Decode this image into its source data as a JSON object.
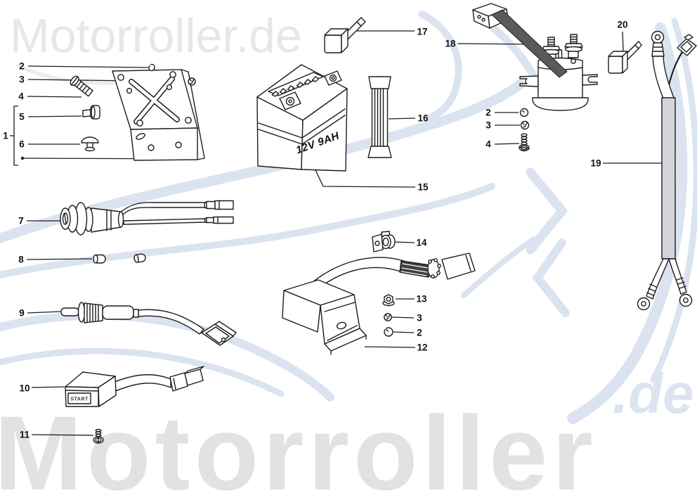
{
  "colors": {
    "watermark_gray": "#e2e2e2",
    "watermark_blue": "#dce4f1",
    "line_art": "#1d1d1d"
  },
  "watermarks": {
    "header": "Motorroller.de",
    "footer": "Motorroller",
    "footer_suffix": ".de"
  },
  "parts": {
    "battery_label": "12V 9AH",
    "relay_box_label": "START"
  },
  "callouts": [
    {
      "num": "2"
    },
    {
      "num": "3"
    },
    {
      "num": "4"
    },
    {
      "num": "5"
    },
    {
      "num": "6"
    },
    {
      "num": "1"
    },
    {
      "num": "17"
    },
    {
      "num": "16"
    },
    {
      "num": "15"
    },
    {
      "num": "18"
    },
    {
      "num": "20"
    },
    {
      "num": "2"
    },
    {
      "num": "3"
    },
    {
      "num": "4"
    },
    {
      "num": "19"
    },
    {
      "num": "7"
    },
    {
      "num": "8"
    },
    {
      "num": "9"
    },
    {
      "num": "14"
    },
    {
      "num": "13"
    },
    {
      "num": "3"
    },
    {
      "num": "2"
    },
    {
      "num": "12"
    },
    {
      "num": "10"
    },
    {
      "num": "11"
    }
  ]
}
